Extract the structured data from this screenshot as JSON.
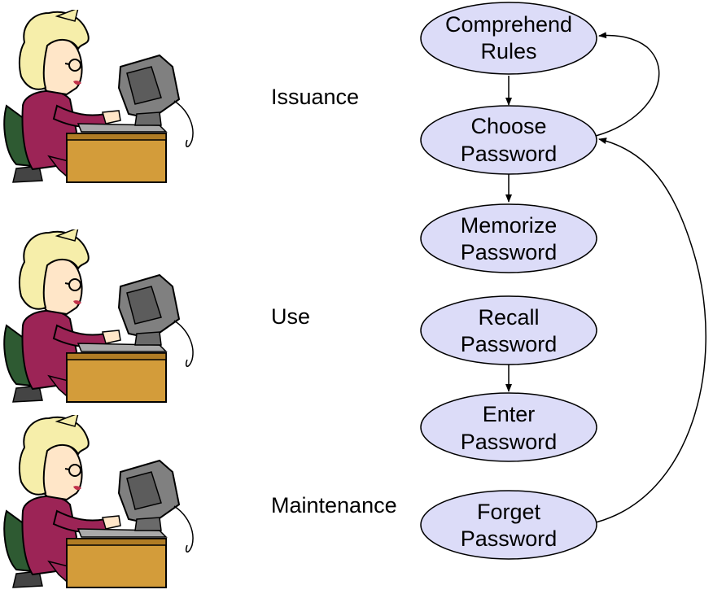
{
  "stages": [
    {
      "label": "Issuance"
    },
    {
      "label": "Use"
    },
    {
      "label": "Maintenance"
    }
  ],
  "nodes": [
    {
      "id": "comprehend",
      "line1": "Comprehend",
      "line2": "Rules"
    },
    {
      "id": "choose",
      "line1": "Choose",
      "line2": "Password"
    },
    {
      "id": "memorize",
      "line1": "Memorize",
      "line2": "Password"
    },
    {
      "id": "recall",
      "line1": "Recall",
      "line2": "Password"
    },
    {
      "id": "enter",
      "line1": "Enter",
      "line2": "Password"
    },
    {
      "id": "forget",
      "line1": "Forget",
      "line2": "Password"
    }
  ],
  "colors": {
    "node_fill": "#dcdcf8",
    "node_stroke": "#000000",
    "hair": "#f6eeaa",
    "dress": "#9c2456",
    "skin": "#ffe6c8",
    "monitor": "#808080",
    "desk": "#d39c3a",
    "chair": "#2e5a32"
  },
  "icons": [
    "woman-at-computer-icon"
  ]
}
